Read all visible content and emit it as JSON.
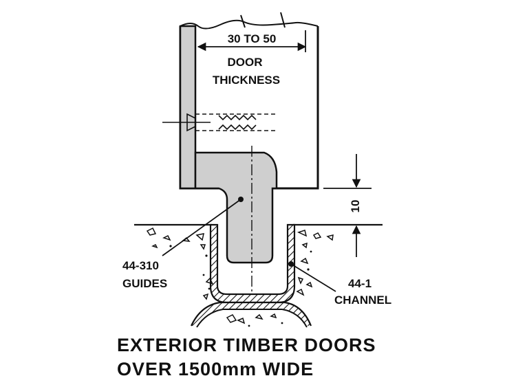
{
  "figure": {
    "dimension_top": "30 TO 50",
    "door_label_line1": "DOOR",
    "door_label_line2": "THICKNESS",
    "dimension_side": "10",
    "guides_line1": "44-310",
    "guides_line2": "GUIDES",
    "channel_line1": "44-1",
    "channel_line2": "CHANNEL"
  },
  "caption": {
    "line1": "EXTERIOR TIMBER DOORS",
    "line2": "OVER 1500mm WIDE"
  },
  "colors": {
    "ink": "#111111",
    "fill_grey": "#cfcfcf",
    "background": "#ffffff"
  }
}
